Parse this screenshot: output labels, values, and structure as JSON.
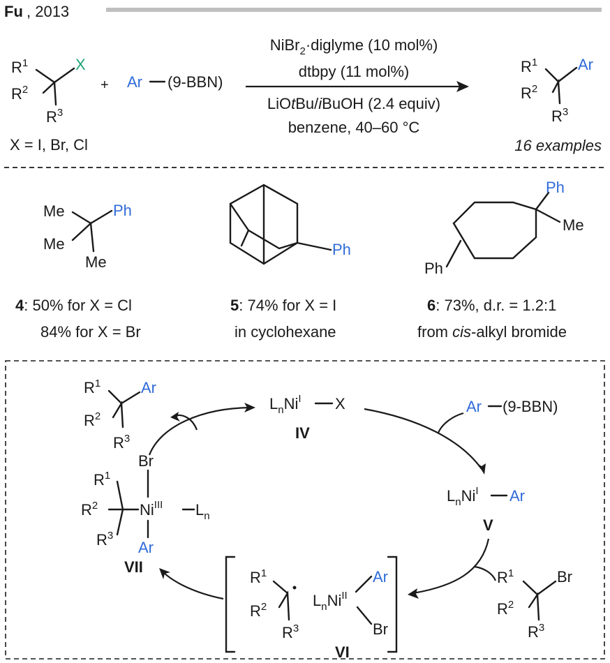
{
  "header": {
    "author": "Fu",
    "year": ", 2013"
  },
  "scheme": {
    "x_atom": "X",
    "plus": "+",
    "ar": "Ar",
    "bbn": "(9-BBN)",
    "conditions": {
      "line1": "NiBr",
      "line1_sub": "2",
      "line1_rest": "·diglyme (10 mol%)",
      "line2": "dtbpy (11 mol%)",
      "line3_a": "LiO",
      "line3_b": "t",
      "line3_c": "Bu/",
      "line3_d": "i",
      "line3_e": "BuOH (2.4 equiv)",
      "line4": "benzene, 40–60 °C"
    },
    "x_scope": "X = I, Br, Cl",
    "examples": "16 examples"
  },
  "examples": {
    "ex4": {
      "num": "4",
      "line1": ": 50% for X = Cl",
      "line2": "84% for X = Br",
      "me": "Me",
      "ph": "Ph"
    },
    "ex5": {
      "num": "5",
      "line1": ": 74% for X = I",
      "line2": "in cyclohexane",
      "ph": "Ph"
    },
    "ex6": {
      "num": "6",
      "line1": ": 73%, d.r. = 1.2:1",
      "line2_a": "from ",
      "line2_b": "cis",
      "line2_c": "-alkyl bromide",
      "ph": "Ph",
      "me": "Me"
    }
  },
  "cycle": {
    "IV_label": "IV",
    "V_label": "V",
    "VI_label": "VI",
    "VII_label": "VII",
    "L": "L",
    "n": "n",
    "Ni": "Ni",
    "ox1": "I",
    "ox2": "II",
    "ox3": "III",
    "X": "X",
    "Ar": "Ar",
    "Br": "Br",
    "bbn": "(9-BBN)"
  },
  "groups": {
    "R": "R",
    "s1": "1",
    "s2": "2",
    "s3": "3"
  },
  "colors": {
    "accent": "#2f6bd8",
    "halogen": "#1fa37a",
    "rule": "#bfbfbf",
    "ink": "#1a1a1a"
  }
}
